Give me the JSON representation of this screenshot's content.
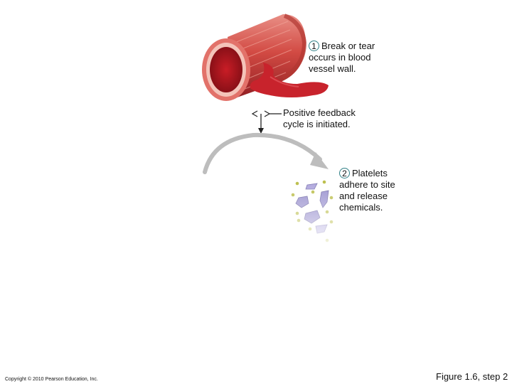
{
  "steps": [
    {
      "number": "1",
      "lines": [
        "Break or tear",
        "occurs in blood",
        "vessel wall."
      ]
    },
    {
      "number": "2",
      "lines": [
        "Platelets",
        "adhere to site",
        "and release",
        "chemicals."
      ]
    }
  ],
  "feedback_lines": [
    "Positive feedback",
    "cycle is initiated."
  ],
  "copyright": "Copyright © 2010 Pearson Education, Inc.",
  "figure_caption": "Figure 1.6, step 2",
  "colors": {
    "vessel": "#c7383a",
    "blood": "#c0202a",
    "platelet": "#9a8fd0",
    "chemical": "#b5b83a",
    "arrow": "#bdbdbd",
    "step_circle": "#2f7f86"
  }
}
